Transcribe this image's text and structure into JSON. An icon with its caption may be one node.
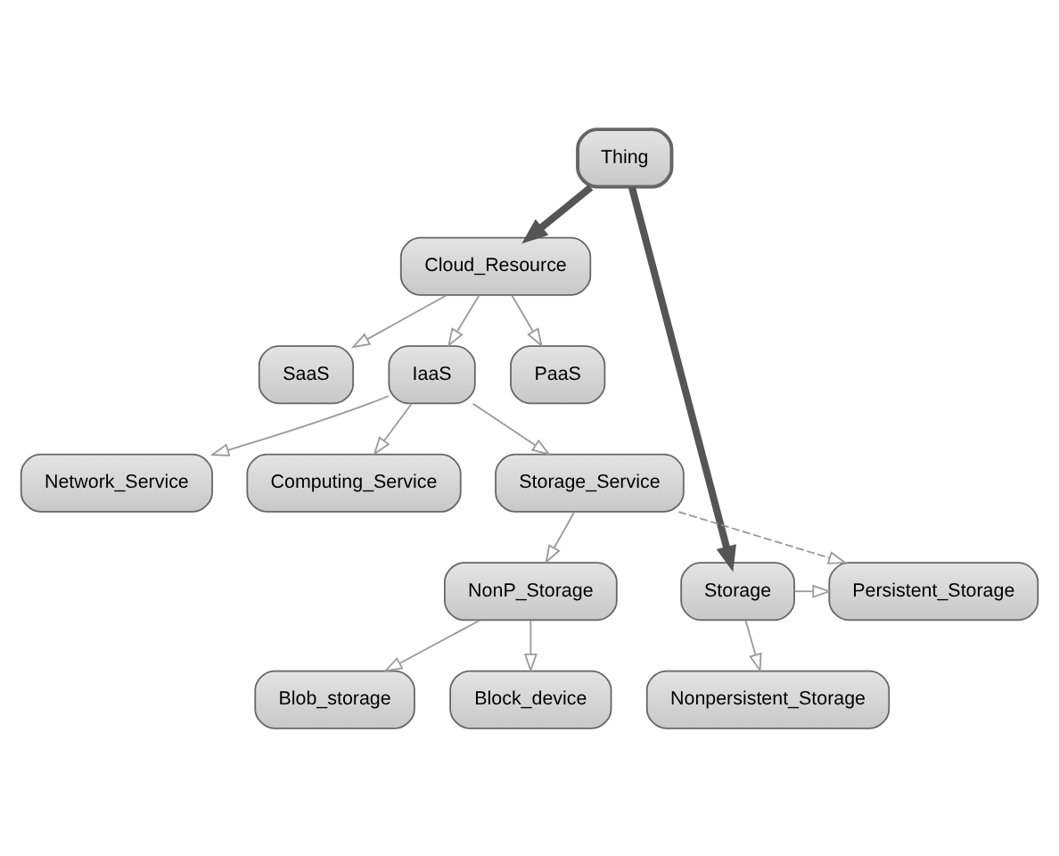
{
  "diagram": {
    "nodes": [
      {
        "text": [
          "Thing"
        ]
      },
      {
        "text": [
          "Cloud_Resource"
        ]
      },
      {
        "text": [
          "SaaS"
        ]
      },
      {
        "text": [
          "IaaS"
        ]
      },
      {
        "text": [
          "PaaS"
        ]
      },
      {
        "text": [
          "Network_Service"
        ]
      },
      {
        "text": [
          "Computing_Service"
        ]
      },
      {
        "text": [
          "Storage_Service"
        ]
      },
      {
        "text": [
          "Storage"
        ]
      },
      {
        "text": [
          "Persistent_Storage"
        ]
      },
      {
        "text": [
          "NonP_Storage"
        ]
      },
      {
        "text": [
          "Nonpersistent_Storage"
        ]
      },
      {
        "text": [
          "Blob_storage"
        ]
      },
      {
        "text": [
          "Block_device"
        ]
      }
    ],
    "edges": [
      {
        "from": 0,
        "to": 1,
        "arrow": "to",
        "style": "thick",
        "color": "#555555"
      },
      {
        "from": 0,
        "to": 8,
        "arrow": "to",
        "style": "thick",
        "color": "#555555"
      },
      {
        "from": 1,
        "to": 2,
        "arrow": "to"
      },
      {
        "from": 1,
        "to": 3,
        "arrow": "to"
      },
      {
        "from": 1,
        "to": 4,
        "arrow": "to"
      },
      {
        "from": 3,
        "to": 5,
        "arrow": "to"
      },
      {
        "from": 3,
        "to": 7,
        "arrow": "to"
      },
      {
        "from": 3,
        "to": 6,
        "arrow": "to"
      },
      {
        "from": 7,
        "to": 9,
        "arrow": "to",
        "style": "dashed"
      },
      {
        "from": 7,
        "to": 10,
        "arrow": "to"
      },
      {
        "from": 8,
        "to": 9,
        "arrow": "to"
      },
      {
        "from": 8,
        "to": 11,
        "arrow": "to"
      },
      {
        "from": 10,
        "to": 12,
        "arrow": "to"
      },
      {
        "from": 10,
        "to": 13,
        "arrow": "to"
      }
    ]
  }
}
